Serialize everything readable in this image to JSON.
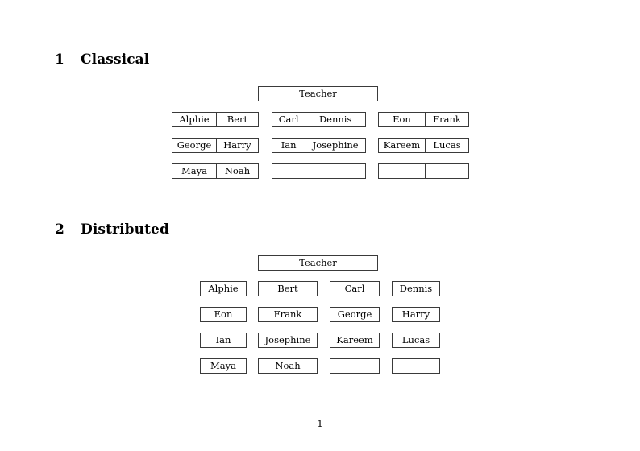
{
  "document": {
    "page_number": "1"
  },
  "sections": [
    {
      "number": "1",
      "title": "Classical",
      "teacher_label": "Teacher",
      "groups": [
        {
          "name": "left",
          "rows": [
            [
              "Alphie",
              "Bert"
            ],
            [
              "George",
              "Harry"
            ],
            [
              "Maya",
              "Noah"
            ]
          ]
        },
        {
          "name": "middle",
          "rows": [
            [
              "Carl",
              "Dennis"
            ],
            [
              "Ian",
              "Josephine"
            ],
            [
              "",
              ""
            ]
          ]
        },
        {
          "name": "right",
          "rows": [
            [
              "Eon",
              "Frank"
            ],
            [
              "Kareem",
              "Lucas"
            ],
            [
              "",
              ""
            ]
          ]
        }
      ]
    },
    {
      "number": "2",
      "title": "Distributed",
      "teacher_label": "Teacher",
      "rows": [
        [
          "Alphie",
          "Bert",
          "Carl",
          "Dennis"
        ],
        [
          "Eon",
          "Frank",
          "George",
          "Harry"
        ],
        [
          "Ian",
          "Josephine",
          "Kareem",
          "Lucas"
        ],
        [
          "Maya",
          "Noah",
          "",
          ""
        ]
      ]
    }
  ]
}
